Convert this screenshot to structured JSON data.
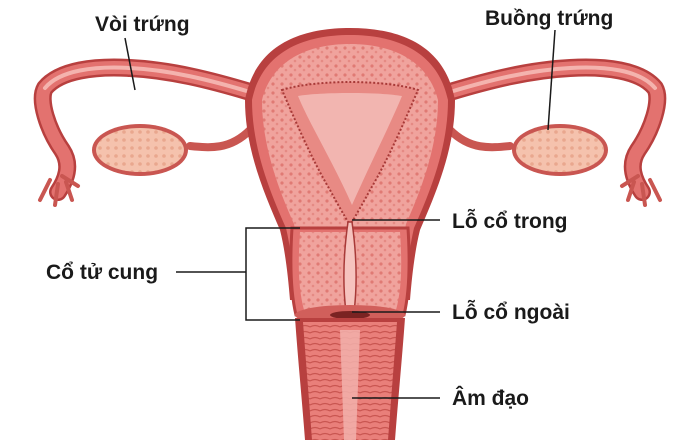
{
  "labels": {
    "fallopian_tube": "Vòi trứng",
    "ovary": "Buồng trứng",
    "internal_os": "Lỗ cổ trong",
    "cervix": "Cổ tử cung",
    "external_os": "Lỗ cổ ngoài",
    "vagina": "Âm đạo"
  },
  "colors": {
    "tissue_outer": "#e3726f",
    "tissue_inner": "#f1a8a3",
    "tissue_dark": "#b8403f",
    "ovary": "#f3b9a4",
    "leader_line": "#1a1a1a"
  }
}
